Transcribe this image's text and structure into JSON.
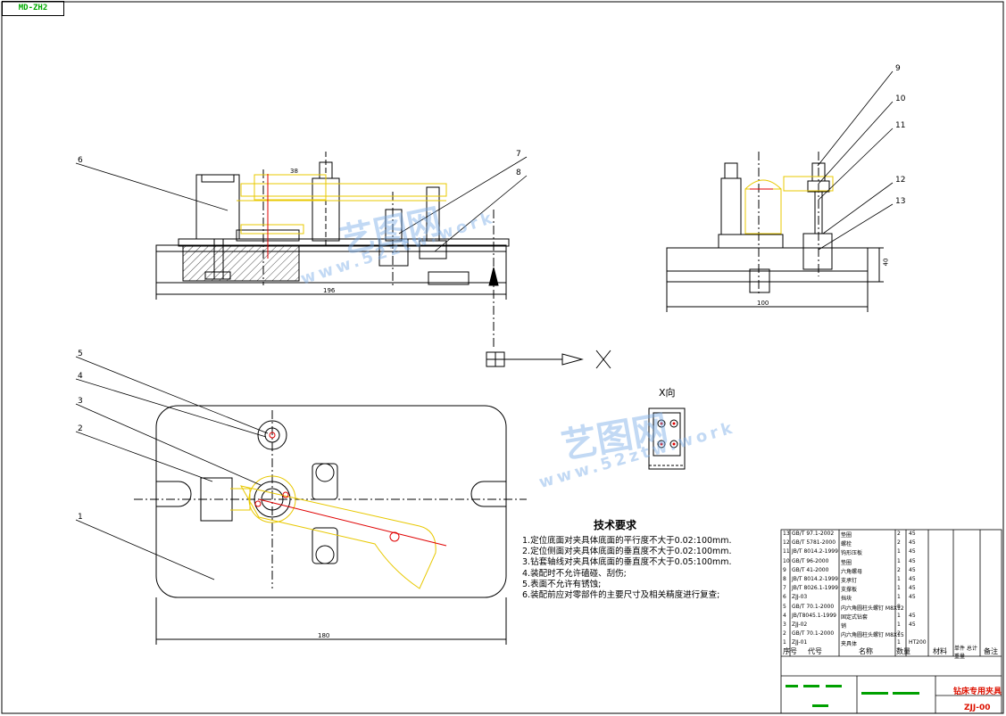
{
  "sheet_tag": "MD-ZH2",
  "view_label": "X向",
  "dimension_labels": {
    "front_width": "196",
    "side_width": "100",
    "side_height": "40",
    "plan_width": "180",
    "top_gap": "38"
  },
  "view_arrow_letter": "X",
  "balloons": [
    "1",
    "2",
    "3",
    "4",
    "5",
    "6",
    "7",
    "8",
    "9",
    "10",
    "11",
    "12",
    "13"
  ],
  "technical_requirements": {
    "title": "技术要求",
    "items": [
      "1.定位底面对夹具体底面的平行度不大于0.02:100mm.",
      "2.定位侧面对夹具体底面的垂直度不大于0.02:100mm.",
      "3.钻套轴线对夹具体底面的垂直度不大于0.05:100mm.",
      "4.装配时不允许磕碰、刮伤;",
      "5.表面不允许有锈蚀;",
      "6.装配前应对零部件的主要尺寸及相关精度进行复查;"
    ]
  },
  "parts_table": {
    "headers": [
      "序号",
      "代号",
      "名称",
      "数量",
      "材料",
      "单件 总计 重量",
      "备注"
    ],
    "rows": [
      [
        "13",
        "GB/T 97.1-2002",
        "垫圈",
        "2",
        "45",
        ""
      ],
      [
        "12",
        "GB/T 5781-2000",
        "螺栓",
        "2",
        "45",
        ""
      ],
      [
        "11",
        "JB/T 8014.2-1999",
        "钩形压板",
        "1",
        "45",
        ""
      ],
      [
        "10",
        "GB/T 96-2000",
        "垫圈",
        "1",
        "45",
        ""
      ],
      [
        "9",
        "GB/T 41-2000",
        "六角螺母",
        "2",
        "45",
        ""
      ],
      [
        "8",
        "JB/T 8014.2-1999",
        "支承钉",
        "1",
        "45",
        ""
      ],
      [
        "7",
        "JB/T 8026.1-1999",
        "支撑板",
        "1",
        "45",
        ""
      ],
      [
        "6",
        "ZJJ-03",
        "挡块",
        "1",
        "45",
        ""
      ],
      [
        "5",
        "GB/T 70.1-2000",
        "内六角圆柱头螺钉 M8X12",
        "8",
        "",
        ""
      ],
      [
        "4",
        "JB/T8045.1-1999",
        "固定式钻套",
        "1",
        "45",
        ""
      ],
      [
        "3",
        "ZJJ-02",
        "销",
        "1",
        "45",
        ""
      ],
      [
        "2",
        "GB/T 70.1-2000",
        "内六角圆柱头螺钉 M8X15",
        "2",
        "",
        ""
      ],
      [
        "1",
        "ZJJ-01",
        "夹具体",
        "1",
        "HT200",
        ""
      ]
    ]
  },
  "title_block": {
    "drawing_name": "钻床专用夹具",
    "drawing_code": "ZJJ-00"
  },
  "watermark": {
    "cn": "艺图网",
    "en": "www.52ztw.work"
  },
  "colors": {
    "line": "#000000",
    "yellow": "#e8c800",
    "red": "#e00000",
    "green": "#00a000",
    "hatch": "#000000"
  }
}
